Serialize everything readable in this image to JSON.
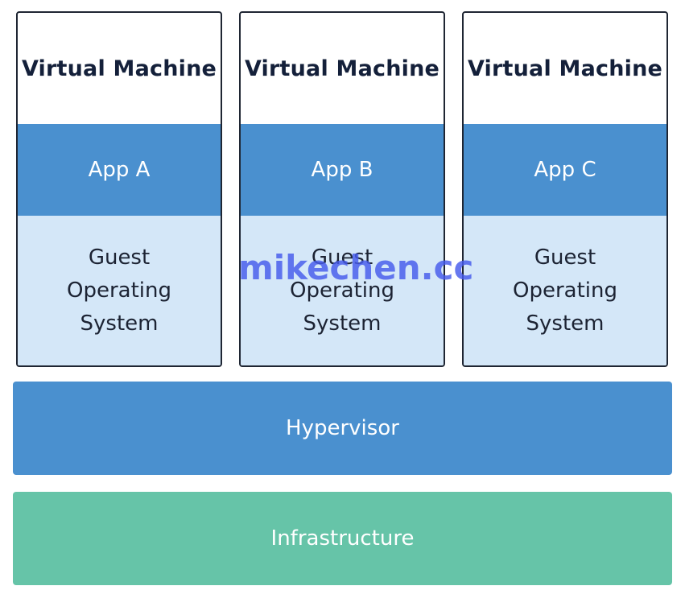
{
  "virtual_machines": [
    {
      "title": "Virtual Machine",
      "app": "App A",
      "guest_os": [
        "Guest",
        "Operating",
        "System"
      ]
    },
    {
      "title": "Virtual Machine",
      "app": "App B",
      "guest_os": [
        "Guest",
        "Operating",
        "System"
      ]
    },
    {
      "title": "Virtual Machine",
      "app": "App C",
      "guest_os": [
        "Guest",
        "Operating",
        "System"
      ]
    }
  ],
  "hypervisor": "Hypervisor",
  "infrastructure": "Infrastructure",
  "watermark": "mikechen.cc",
  "colors": {
    "app_layer": "#4a90cf",
    "guest_os_layer": "#d4e7f8",
    "hypervisor": "#4a90cf",
    "infrastructure": "#66c4a8",
    "watermark": "#465aeb"
  }
}
